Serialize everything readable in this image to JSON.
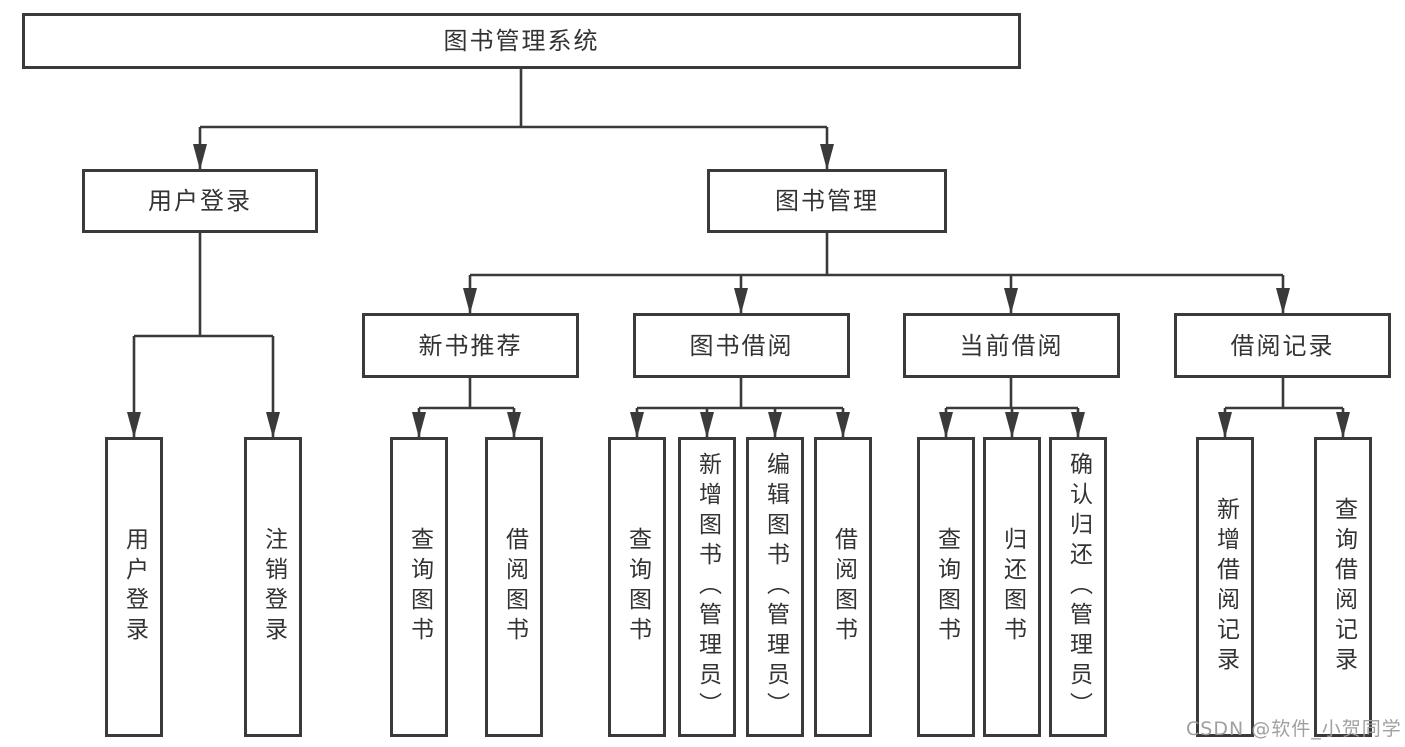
{
  "diagram": {
    "root": "图书管理系统",
    "level2": [
      "用户登录",
      "图书管理"
    ],
    "level3": [
      "新书推荐",
      "图书借阅",
      "当前借阅",
      "借阅记录"
    ],
    "group_user": [
      "用户登录",
      "注销登录"
    ],
    "group_recommend": [
      "查询图书",
      "借阅图书"
    ],
    "group_borrow": [
      "查询图书",
      "新增图书（管理员）",
      "编辑图书（管理员）",
      "借阅图书"
    ],
    "group_current": [
      "查询图书",
      "归还图书",
      "确认归还（管理员）"
    ],
    "group_records": [
      "新增借阅记录",
      "查询借阅记录"
    ]
  },
  "watermark": "CSDN @软件_小贺同学",
  "colors": {
    "background": "#ffffff",
    "line": "#3a3a3a",
    "box_border": "#3a3a3a",
    "text": "#333333",
    "watermark": "#9b9b9b"
  }
}
